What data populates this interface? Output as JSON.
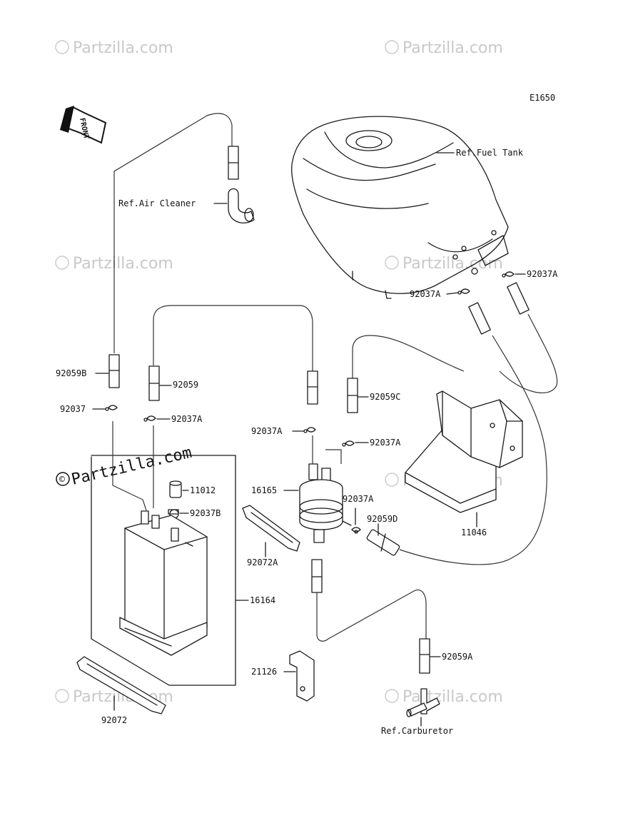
{
  "diagram_code": "E1650",
  "front_label": "FRONT",
  "watermark": "© Partzilla.com",
  "watermark_main": "Partzilla.com",
  "watermark_symbol": "©",
  "colors": {
    "line": "#1a1a1a",
    "watermark": "#c9c9c9",
    "background": "#ffffff"
  },
  "labels": {
    "ref_fuel_tank": "Ref.Fuel Tank",
    "ref_air_cleaner": "Ref.Air Cleaner",
    "ref_carburetor": "Ref.Carburetor",
    "p92037A_1": "92037A",
    "p92037A_2": "92037A",
    "p92037A_3": "92037A",
    "p92037A_4": "92037A",
    "p92037A_5": "92037A",
    "p92037A_6": "92037A",
    "p92059B": "92059B",
    "p92059": "92059",
    "p92059C": "92059C",
    "p92037": "92037",
    "p11012": "11012",
    "p92037B": "92037B",
    "p16165": "16165",
    "p92059D": "92059D",
    "p11046": "11046",
    "p92072A": "92072A",
    "p16164": "16164",
    "p92059A": "92059A",
    "p21126": "21126",
    "p92072": "92072"
  }
}
